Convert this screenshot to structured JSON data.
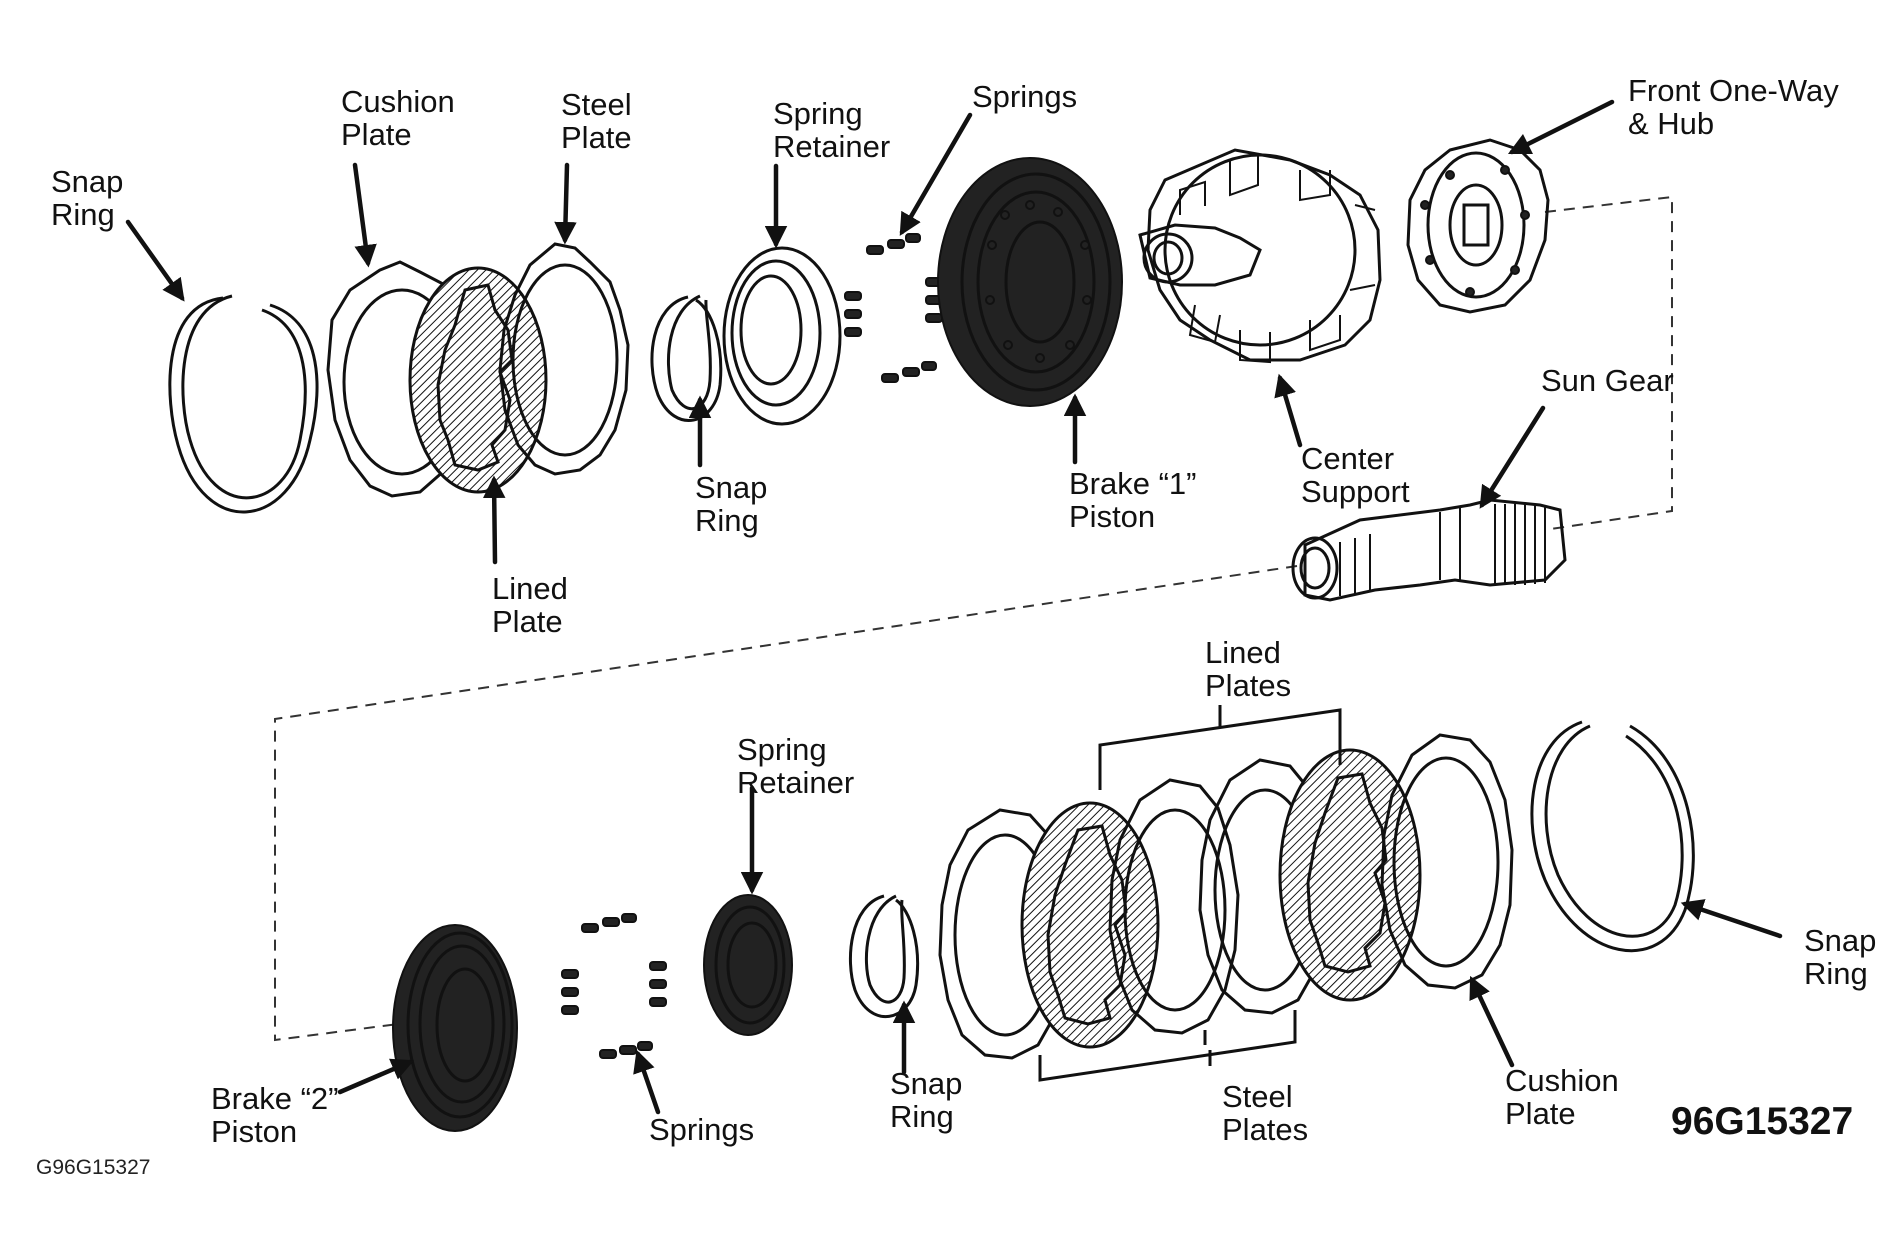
{
  "labels": {
    "snap_ring_top_left": [
      "Snap",
      "Ring"
    ],
    "cushion_plate_top": [
      "Cushion",
      "Plate"
    ],
    "steel_plate_top": [
      "Steel",
      "Plate"
    ],
    "lined_plate_top": [
      "Lined",
      "Plate"
    ],
    "snap_ring_top_mid": [
      "Snap",
      "Ring"
    ],
    "spring_retainer_top": [
      "Spring",
      "Retainer"
    ],
    "springs_top": [
      "Springs"
    ],
    "brake_1_piston": [
      "Brake “1”",
      "Piston"
    ],
    "center_support": [
      "Center",
      "Support"
    ],
    "front_one_way_hub": [
      "Front One-Way",
      "& Hub"
    ],
    "sun_gear": [
      "Sun Gear"
    ],
    "lined_plates_bottom": [
      "Lined",
      "Plates"
    ],
    "spring_retainer_bottom": [
      "Spring",
      "Retainer"
    ],
    "brake_2_piston": [
      "Brake “2”",
      "Piston"
    ],
    "springs_bottom": [
      "Springs"
    ],
    "snap_ring_bottom_mid": [
      "Snap",
      "Ring"
    ],
    "steel_plates_bottom": [
      "Steel",
      "Plates"
    ],
    "cushion_plate_bottom": [
      "Cushion",
      "Plate"
    ],
    "snap_ring_bottom_right": [
      "Snap",
      "Ring"
    ]
  },
  "figure_code": "96G15327",
  "source_code": "G96G15327"
}
